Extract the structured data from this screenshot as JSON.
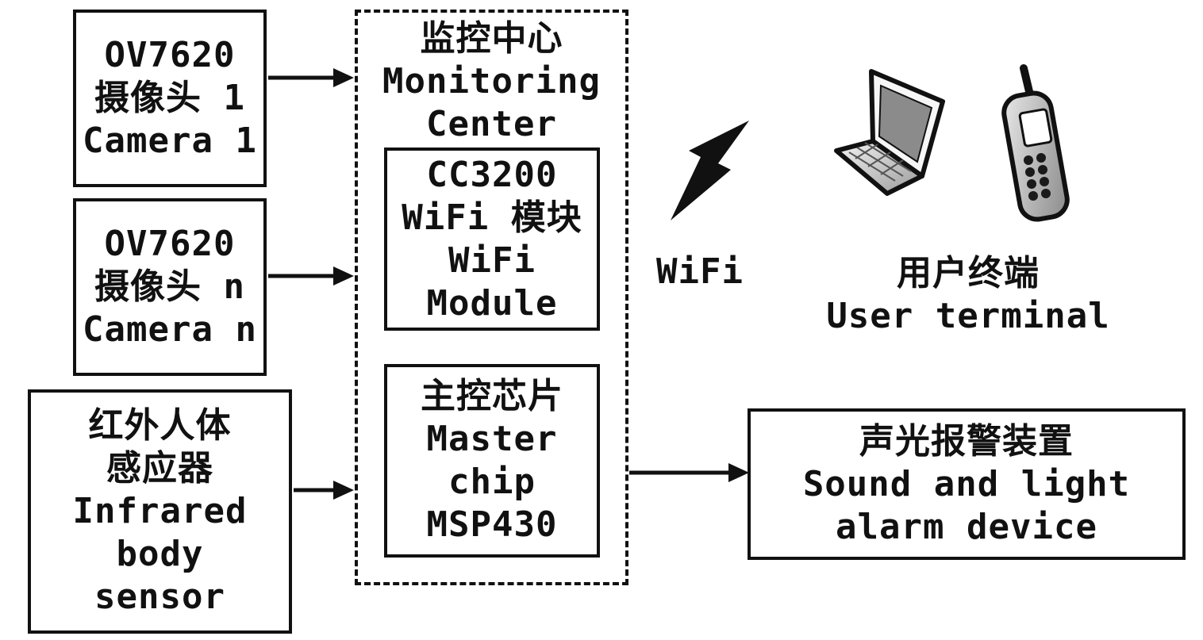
{
  "camera1": {
    "lines": [
      "OV7620",
      "摄像头 1",
      "Camera 1"
    ]
  },
  "cameraN": {
    "lines": [
      "OV7620",
      "摄像头 n",
      "Camera n"
    ]
  },
  "infrared": {
    "lines": [
      "红外人体",
      "感应器",
      "Infrared",
      "body",
      "sensor"
    ]
  },
  "monitoring": {
    "lines": [
      "监控中心",
      "Monitoring",
      "Center"
    ]
  },
  "wifi_module": {
    "lines": [
      "CC3200",
      "WiFi 模块",
      "WiFi",
      "Module"
    ]
  },
  "master_chip": {
    "lines": [
      "主控芯片",
      "Master",
      "chip",
      "MSP430"
    ]
  },
  "wifi_label": "WiFi",
  "user_terminal": {
    "lines": [
      "用户终端",
      "User terminal"
    ]
  },
  "alarm": {
    "lines": [
      "声光报警装置",
      "Sound and light",
      "alarm device"
    ]
  },
  "icons": [
    "lightning-icon",
    "laptop-icon",
    "mobile-phone-icon"
  ]
}
